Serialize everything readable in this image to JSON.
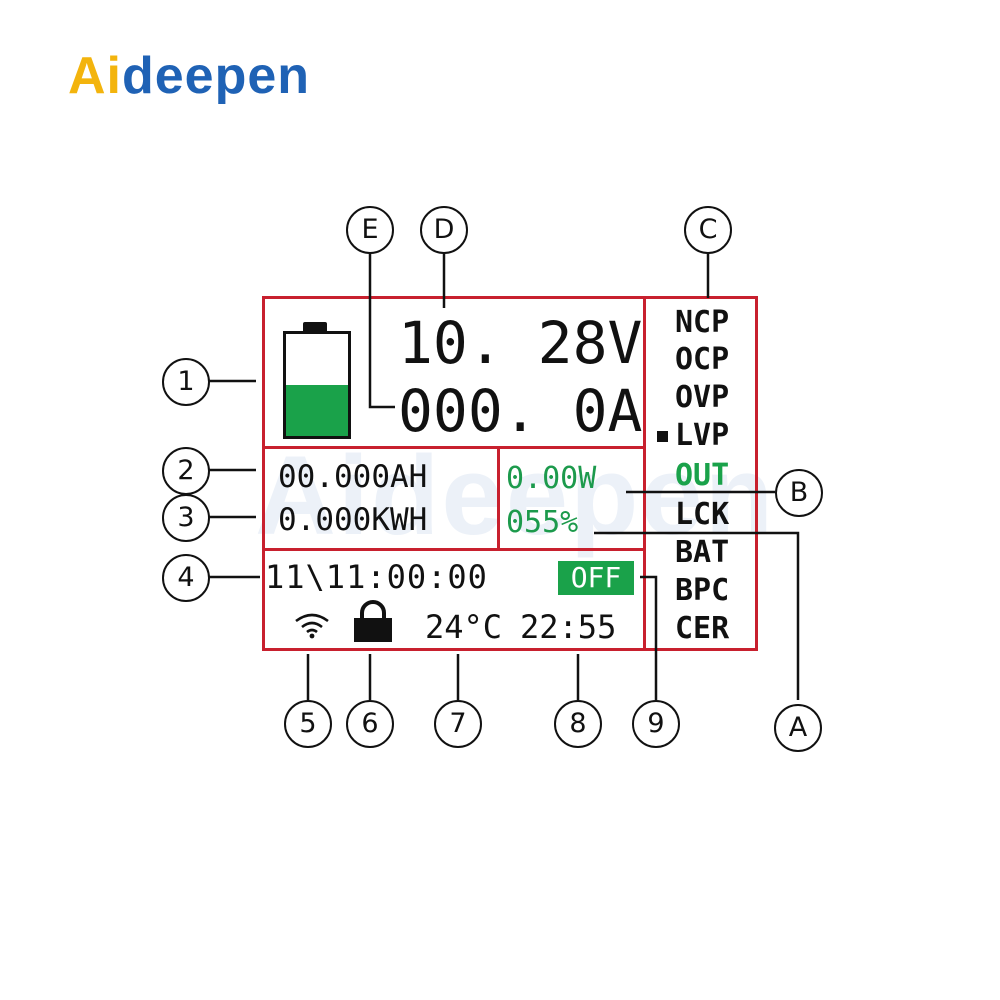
{
  "logo": {
    "part1": "Ai",
    "part2": "deepen"
  },
  "watermark": "Aideepen",
  "display": {
    "battery_level": 0.5,
    "voltage": "10. 28V",
    "current": "000. 0A",
    "capacity_ah": "00.000AH",
    "energy_kwh": "0.000KWH",
    "power": "0.00W",
    "percent": "055%",
    "timer": "11\\11:00:00",
    "output_state": "OFF",
    "temperature": "24°C",
    "clock": "22:55",
    "status_list": [
      "NCP",
      "OCP",
      "OVP",
      "LVP",
      "OUT",
      "LCK",
      "BAT",
      "BPC",
      "CER"
    ],
    "status_active": "LVP",
    "status_highlight": "OUT"
  },
  "callouts": {
    "c1": "1",
    "c2": "2",
    "c3": "3",
    "c4": "4",
    "c5": "5",
    "c6": "6",
    "c7": "7",
    "c8": "8",
    "c9": "9",
    "cA": "A",
    "cB": "B",
    "cC": "C",
    "cD": "D",
    "cE": "E"
  },
  "colors": {
    "frame": "#c8202e",
    "lcd_green": "#1aa24a",
    "logo_yellow": "#f3b40d",
    "logo_blue": "#1f62b5"
  }
}
